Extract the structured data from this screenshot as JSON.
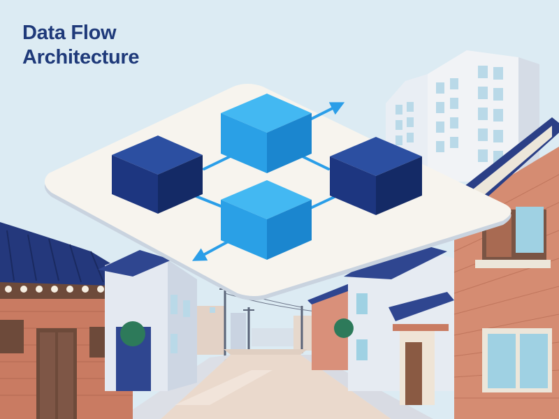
{
  "title": {
    "line1": "Data Flow",
    "line2": "Architecture"
  },
  "colors": {
    "sky": "#dcebf3",
    "title": "#1f3a7a",
    "platform": "#f7f4ee",
    "cube_dark_top": "#2c4fa1",
    "cube_dark_left": "#1d3680",
    "cube_dark_right": "#142a66",
    "cube_light_top": "#43b8f2",
    "cube_light_left": "#2aa0e6",
    "cube_light_right": "#1b86cf",
    "connector": "#2b9ee8",
    "brick": "#c97b62",
    "roof_navy": "#24387c",
    "road": "#ead9cc"
  },
  "diagram": {
    "nodes": [
      {
        "id": "top",
        "kind": "light"
      },
      {
        "id": "left",
        "kind": "dark"
      },
      {
        "id": "right",
        "kind": "dark"
      },
      {
        "id": "bottom",
        "kind": "light"
      }
    ],
    "edges": [
      {
        "from": "left",
        "to": "top"
      },
      {
        "from": "top",
        "to": "right"
      },
      {
        "from": "left",
        "to": "bottom"
      },
      {
        "from": "bottom",
        "to": "right"
      },
      {
        "from": "top",
        "to": "out",
        "arrow": true
      },
      {
        "from": "bottom",
        "to": "out",
        "arrow": true
      }
    ]
  },
  "scene": {
    "background": "street with hanok roofs, brick houses and a high-rise tower"
  }
}
